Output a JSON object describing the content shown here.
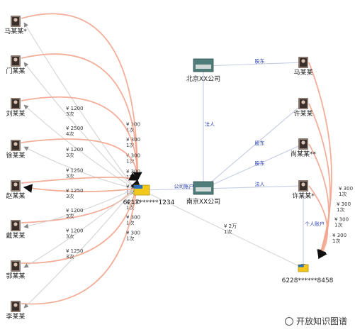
{
  "people": [
    {
      "id": "ma1",
      "name": "马某某*"
    },
    {
      "id": "men",
      "name": "门某某"
    },
    {
      "id": "liu",
      "name": "刘某某"
    },
    {
      "id": "xu1",
      "name": "徐某某"
    },
    {
      "id": "zhao",
      "name": "赵某某"
    },
    {
      "id": "qi",
      "name": "戴某某"
    },
    {
      "id": "guo",
      "name": "郭某某"
    },
    {
      "id": "li",
      "name": "李某某"
    },
    {
      "id": "ma2",
      "name": "马某某"
    },
    {
      "id": "xu2",
      "name": "许某某"
    },
    {
      "id": "shang",
      "name": "尚某某**"
    },
    {
      "id": "xu3",
      "name": "许某某*"
    }
  ],
  "companies": [
    {
      "id": "bj",
      "name": "北京XX公司"
    },
    {
      "id": "nj",
      "name": "南京XX公司"
    }
  ],
  "accounts": [
    {
      "id": "acc1",
      "name": "6217******1234"
    },
    {
      "id": "acc2",
      "name": "6228******8458"
    }
  ],
  "edges": [
    {
      "from": "ma1",
      "to": "acc1",
      "label": "¥ 300\n1次",
      "color": "#f2a58e"
    },
    {
      "from": "acc1",
      "to": "ma1",
      "label": "¥ 1200\n3次",
      "color": "#cfcfcf"
    },
    {
      "from": "men",
      "to": "acc1",
      "label": "¥ 300\n1次",
      "color": "#f2a58e"
    },
    {
      "from": "acc1",
      "to": "men",
      "label": "¥ 2500\n4次",
      "color": "#cfcfcf"
    },
    {
      "from": "liu",
      "to": "acc1",
      "label": "¥ 300\n1次",
      "color": "#f2a58e"
    },
    {
      "from": "acc1",
      "to": "liu",
      "label": "¥ 1200\n3次",
      "color": "#cfcfcf"
    },
    {
      "from": "xu1",
      "to": "acc1",
      "label": "¥ 300\n1次",
      "color": "#f2a58e"
    },
    {
      "from": "acc1",
      "to": "xu1",
      "label": "¥ 1250\n3次",
      "color": "#cfcfcf"
    },
    {
      "from": "zhao",
      "to": "acc1",
      "label": "¥ 300\n1次",
      "color": "#f2a58e"
    },
    {
      "from": "acc1",
      "to": "zhao",
      "label": "¥ 1250\n3次",
      "color": "#f2a58e"
    },
    {
      "from": "qi",
      "to": "acc1",
      "label": "¥ 300\n1次",
      "color": "#f2a58e"
    },
    {
      "from": "acc1",
      "to": "qi",
      "label": "¥ 1200\n3次",
      "color": "#cfcfcf"
    },
    {
      "from": "guo",
      "to": "acc1",
      "label": "¥ 300\n1次",
      "color": "#f2a58e"
    },
    {
      "from": "acc1",
      "to": "guo",
      "label": "¥ 1200\n3次",
      "color": "#cfcfcf"
    },
    {
      "from": "li",
      "to": "acc1",
      "label": "¥ 300\n1次",
      "color": "#f2a58e"
    },
    {
      "from": "acc1",
      "to": "li",
      "label": "¥ 1250\n3次",
      "color": "#cfcfcf"
    },
    {
      "from": "ma2",
      "to": "bj",
      "label": "股东",
      "color": "#bfc7dd"
    },
    {
      "from": "xu2",
      "to": "nj",
      "label": "股东",
      "color": "#bfc7dd"
    },
    {
      "from": "shang",
      "to": "nj",
      "label": "股东",
      "color": "#bfc7dd"
    },
    {
      "from": "xu3",
      "to": "nj",
      "label": "法人",
      "color": "#bfc7dd"
    },
    {
      "from": "bj",
      "to": "nj",
      "label": "法人",
      "color": "#bfc7dd"
    },
    {
      "from": "acc1",
      "to": "nj",
      "label": "公司账户",
      "color": "#bfc7dd"
    },
    {
      "from": "xu3",
      "to": "acc2",
      "label": "个人账户",
      "color": "#bfc7dd"
    },
    {
      "from": "acc2",
      "to": "acc1",
      "label": "¥ 2万\n1次",
      "color": "#cfcfcf"
    },
    {
      "from": "ma2",
      "to": "acc2",
      "label": "¥ 300\n1次",
      "color": "#f2a58e"
    },
    {
      "from": "xu2",
      "to": "acc2",
      "label": "¥ 300\n1次",
      "color": "#f2a58e"
    },
    {
      "from": "shang",
      "to": "acc2",
      "label": "¥ 300\n1次",
      "color": "#f2a58e"
    },
    {
      "from": "xu3",
      "to": "acc2",
      "label": "¥ 300\n1次",
      "color": "#f2a58e"
    }
  ],
  "watermark": {
    "icon": "wechat-icon",
    "text": "开放知识图谱"
  }
}
